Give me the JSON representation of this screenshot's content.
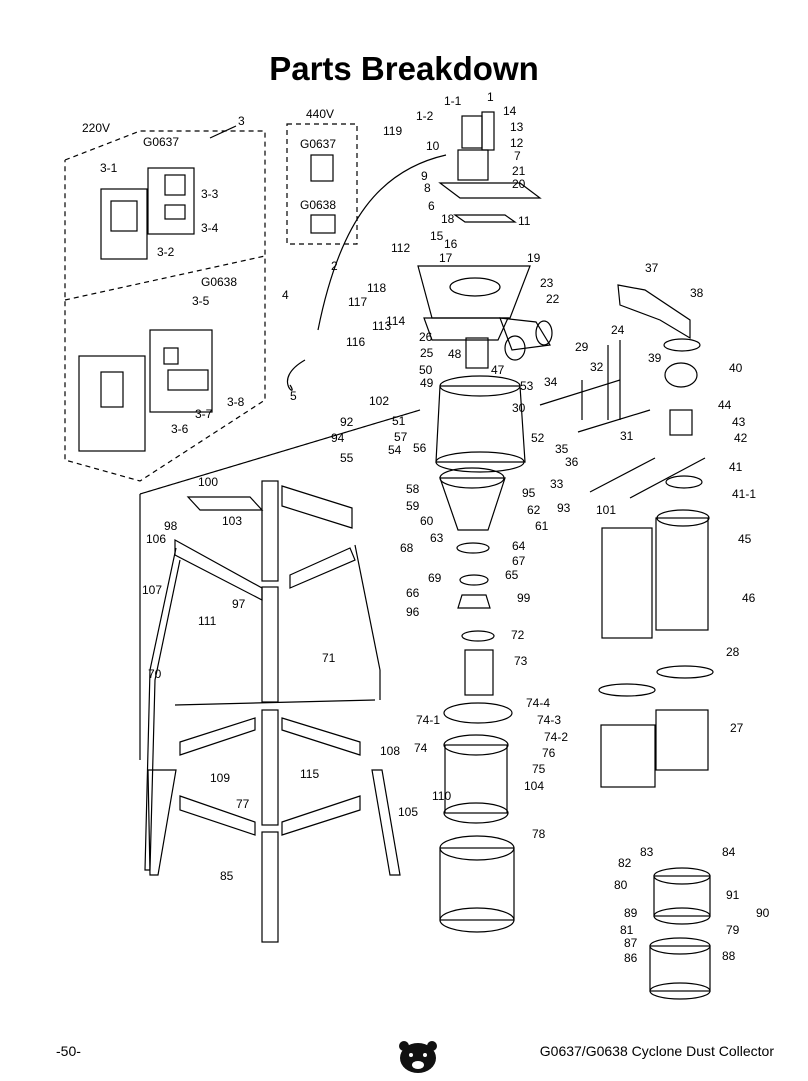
{
  "page": {
    "title": "Parts Breakdown",
    "page_number": "-50-",
    "footer_title": "G0637/G0638 Cyclone Dust Collector",
    "logo_icon": "grizzly-bear-logo"
  },
  "section_labels": {
    "v220": "220V",
    "v440": "440V",
    "g0637_a": "G0637",
    "g0637_b": "G0637",
    "g0638_a": "G0638",
    "g0638_b": "G0638"
  },
  "callouts": [
    "1-1",
    "1",
    "14",
    "1-2",
    "13",
    "12",
    "7",
    "21",
    "20",
    "10",
    "9",
    "8",
    "6",
    "18",
    "11",
    "15",
    "16",
    "17",
    "19",
    "119",
    "3",
    "3-1",
    "3-3",
    "3-4",
    "3-2",
    "3-5",
    "3-8",
    "3-6",
    "3-7",
    "2",
    "112",
    "4",
    "118",
    "117",
    "114",
    "113",
    "116",
    "5",
    "26",
    "25",
    "48",
    "50",
    "49",
    "47",
    "23",
    "22",
    "53",
    "37",
    "38",
    "39",
    "40",
    "44",
    "43",
    "42",
    "41",
    "41-1",
    "45",
    "46",
    "28",
    "27",
    "24",
    "29",
    "32",
    "34",
    "30",
    "31",
    "35",
    "36",
    "33",
    "93",
    "101",
    "102",
    "92",
    "94",
    "55",
    "54",
    "51",
    "57",
    "56",
    "52",
    "58",
    "59",
    "95",
    "62",
    "60",
    "61",
    "63",
    "64",
    "67",
    "65",
    "68",
    "69",
    "66",
    "96",
    "99",
    "100",
    "98",
    "103",
    "106",
    "97",
    "107",
    "111",
    "70",
    "71",
    "72",
    "73",
    "74-4",
    "74-1",
    "74-3",
    "74-2",
    "76",
    "75",
    "74",
    "110",
    "104",
    "108",
    "115",
    "109",
    "77",
    "105",
    "78",
    "85",
    "84",
    "83",
    "82",
    "80",
    "91",
    "90",
    "89",
    "81",
    "87",
    "79",
    "86",
    "88"
  ]
}
